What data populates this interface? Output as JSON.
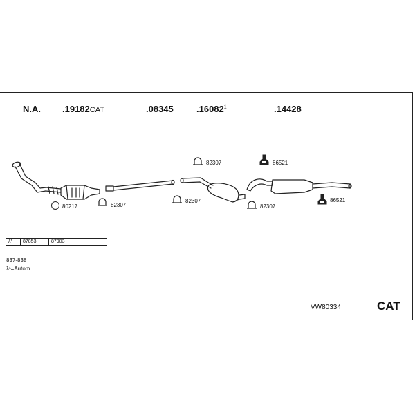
{
  "header": {
    "na": "N.A.",
    "p1_num": ".19182",
    "p1_suffix": "CAT",
    "p2": ".08345",
    "p3_num": ".16082",
    "p3_mark": "1",
    "p4": ".14428"
  },
  "callouts": {
    "c80217": "80217",
    "c82307_a": "82307",
    "c82307_b": "82307",
    "c82307_c": "82307",
    "c82307_d": "82307",
    "c86521_a": "86521",
    "c86521_b": "86521"
  },
  "sensor_table": {
    "symbol": "λ¹",
    "cells": [
      "87853",
      "87903",
      ""
    ]
  },
  "notes": {
    "range": "837-838",
    "autom": "λ¹=Autom."
  },
  "footer": {
    "code": "VW80334",
    "brand": "CAT"
  },
  "icons": [
    "gasket-ring-icon",
    "clamp-icon",
    "rubber-hanger-icon"
  ]
}
